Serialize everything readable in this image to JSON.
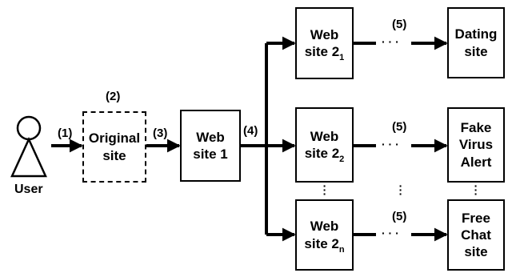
{
  "nodes": {
    "user": "User",
    "original_site": [
      "Original",
      "site"
    ],
    "website1": [
      "Web",
      "site 1"
    ],
    "website2_1": {
      "line1": "Web",
      "line2": "site 2",
      "sub": "1"
    },
    "website2_2": {
      "line1": "Web",
      "line2": "site 2",
      "sub": "2"
    },
    "website2_n": {
      "line1": "Web",
      "line2": "site 2",
      "sub": "n"
    },
    "dating": [
      "Dating",
      "site"
    ],
    "fake_virus": [
      "Fake",
      "Virus",
      "Alert"
    ],
    "free_chat": [
      "Free",
      "Chat",
      "site"
    ]
  },
  "steps": {
    "s1": "(1)",
    "s2": "(2)",
    "s3": "(3)",
    "s4": "(4)",
    "s5": "(5)"
  },
  "dots": "· · ·",
  "vdots": "·\n·\n·"
}
